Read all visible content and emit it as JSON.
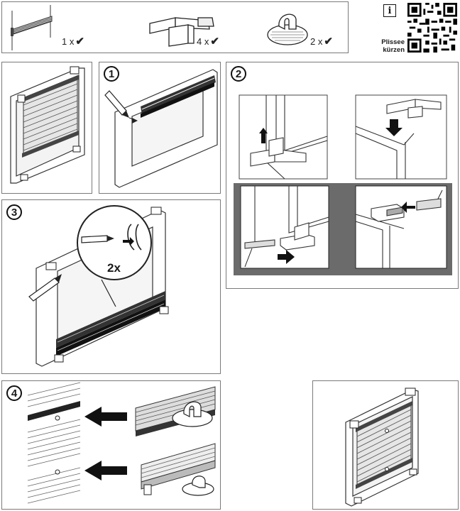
{
  "parts": [
    {
      "icon": "pleated-blind-icon",
      "quantity": "1 x",
      "check": "✔"
    },
    {
      "icon": "clamp-bracket-icon",
      "quantity": "4 x",
      "check": "✔"
    },
    {
      "icon": "cord-holder-icon",
      "quantity": "2 x",
      "check": "✔"
    }
  ],
  "info_symbol": "i",
  "qr_caption": [
    "Plissee",
    "kürzen"
  ],
  "steps": [
    {
      "number": "1"
    },
    {
      "number": "2"
    },
    {
      "number": "3",
      "count_label": "2x"
    },
    {
      "number": "4"
    }
  ]
}
